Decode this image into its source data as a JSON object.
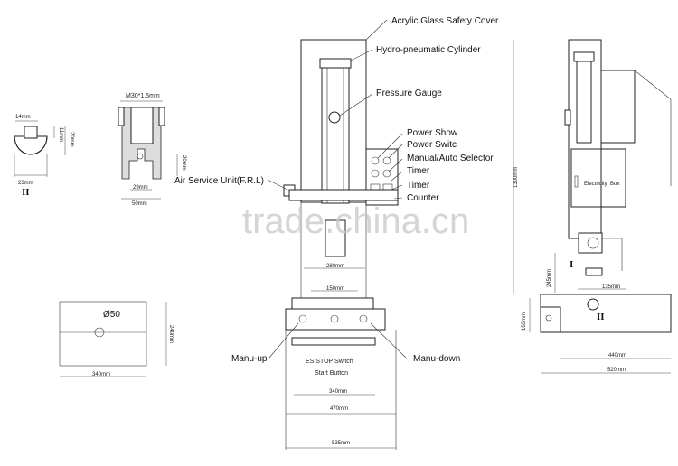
{
  "callouts": {
    "acrylic_cover": "Acrylic Glass Safety Cover",
    "hydro_cylinder": "Hydro-pneumatic Cylinder",
    "pressure_gauge": "Pressure Gauge",
    "power_show": "Power Show",
    "power_switch": "Power Switc",
    "selector": "Manual/Auto Selector",
    "timer_1": "Timer",
    "timer_2": "Timer",
    "counter": "Counter",
    "air_service": "Air Service Unit(F.R.L)",
    "manu_up": "Manu-up",
    "manu_down": "Manu-down",
    "es_stop": "ES.STOP Switch",
    "start_button": "Start Button",
    "electricity_box": "Electricity",
    "box": "Box"
  },
  "dimensions": {
    "d_14": "14mm",
    "d_11": "11mm",
    "d_20a": "20mm",
    "d_23": "23mm",
    "thread": "M30*1.5mm",
    "d_20b": "20mm",
    "d_29": "29mm",
    "d_50": "50mm",
    "dia_50": "Ø50",
    "d_240": "240mm",
    "d_340a": "340mm",
    "d_280": "280mm",
    "d_150": "150mm",
    "d_340b": "340mm",
    "d_470": "470mm",
    "d_535": "535mm",
    "d_1300": "1300mm",
    "d_245": "245mm",
    "d_135": "135mm",
    "d_163": "163mm",
    "d_440": "440mm",
    "d_520": "520mm"
  },
  "roman": {
    "detail_ii_left": "II",
    "detail_i": "I",
    "detail_ii_right": "II"
  },
  "watermark": "trade.china.cn"
}
